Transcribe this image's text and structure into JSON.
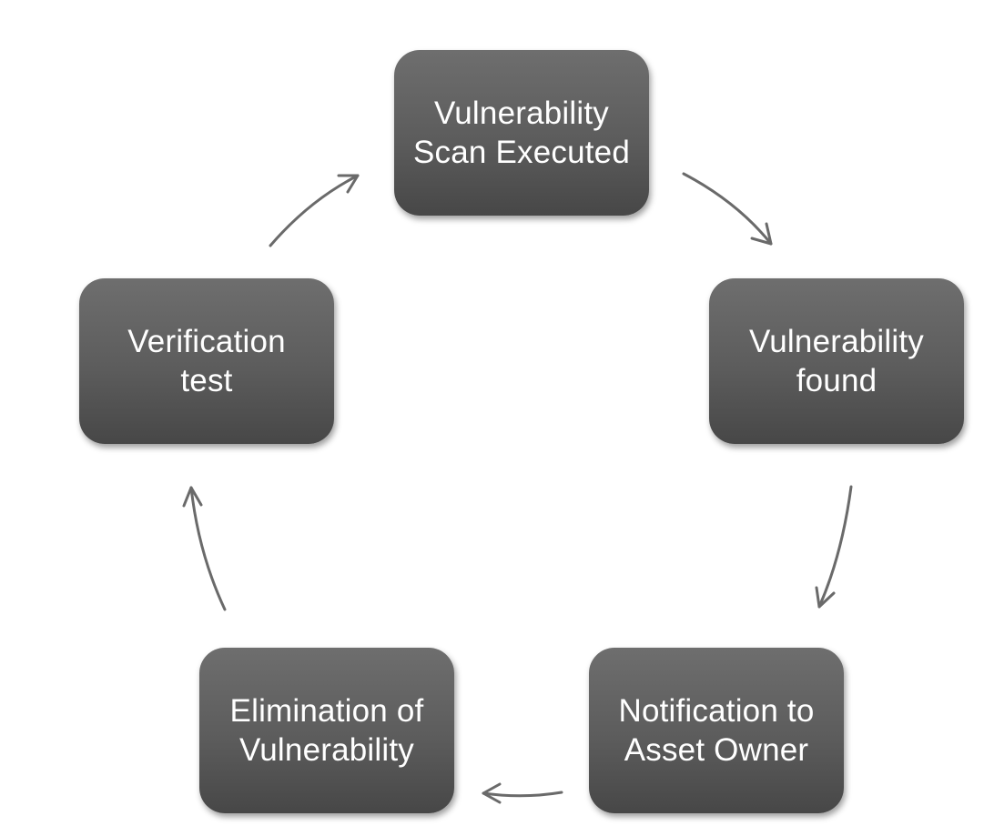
{
  "diagram": {
    "type": "cycle",
    "nodes": [
      {
        "id": "scan-executed",
        "label": "Vulnerability\nScan Executed"
      },
      {
        "id": "vulnerability-found",
        "label": "Vulnerability\nfound"
      },
      {
        "id": "notification",
        "label": "Notification to\nAsset Owner"
      },
      {
        "id": "elimination",
        "label": "Elimination of\nVulnerability"
      },
      {
        "id": "verification",
        "label": "Verification\ntest"
      }
    ],
    "edges": [
      {
        "from": "scan-executed",
        "to": "vulnerability-found"
      },
      {
        "from": "vulnerability-found",
        "to": "notification"
      },
      {
        "from": "notification",
        "to": "elimination"
      },
      {
        "from": "elimination",
        "to": "verification"
      },
      {
        "from": "verification",
        "to": "scan-executed"
      }
    ],
    "colors": {
      "node_fill": "#5c5c5c",
      "node_text": "#ffffff",
      "arrow": "#6a6a6a",
      "background": "#ffffff"
    }
  }
}
